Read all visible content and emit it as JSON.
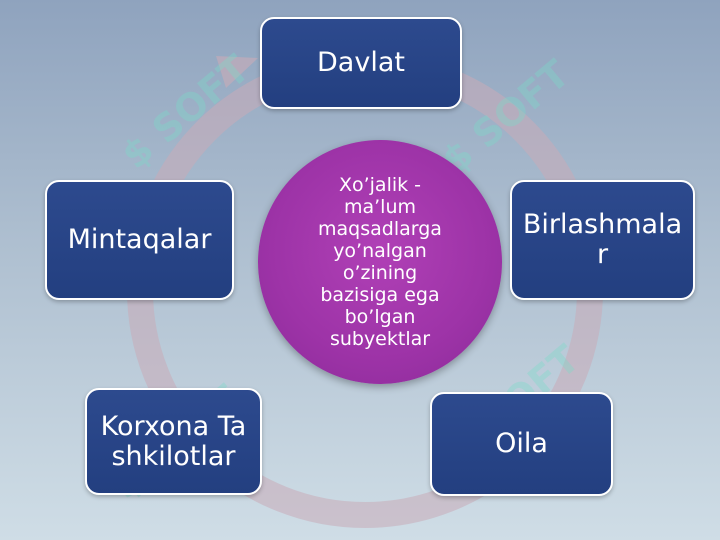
{
  "diagram": {
    "center": "Xo’jalik - ma’lum maqsadlarga yo’nalgan o’zining bazisiga ega bo’lgan subyektlar",
    "nodes": [
      {
        "id": "davlat",
        "label": "Davlat"
      },
      {
        "id": "birlashmalar",
        "label": "Birlashmalar"
      },
      {
        "id": "oila",
        "label": "Oila"
      },
      {
        "id": "korxona",
        "label": "Korxona Tashkilotlar"
      },
      {
        "id": "mintaqalar",
        "label": "Mintaqalar"
      }
    ]
  },
  "watermark": "SOFT",
  "colors": {
    "node_fill": "#2b4a8e",
    "center_fill": "#a338ad",
    "ring": "#c7a9b6"
  }
}
